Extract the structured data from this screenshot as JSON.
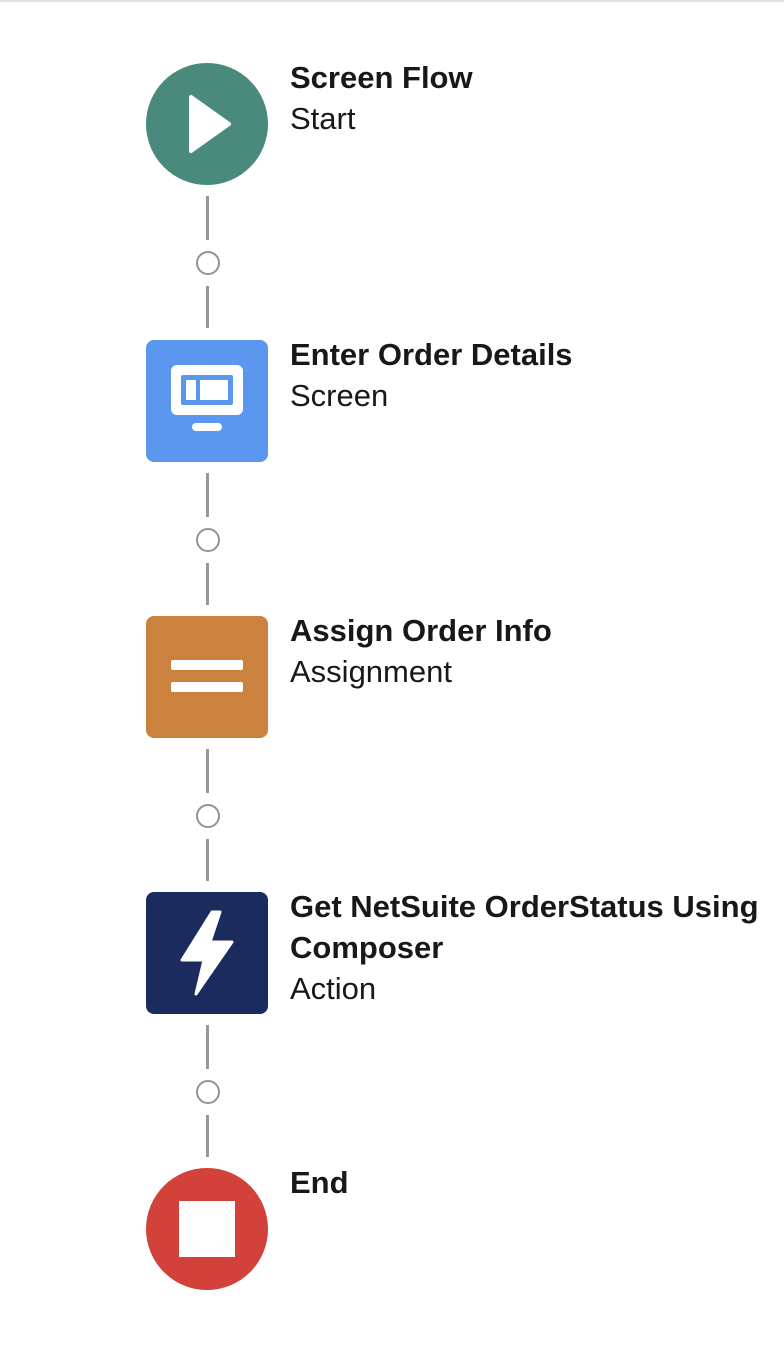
{
  "flow": {
    "nodes": [
      {
        "title": "Screen Flow",
        "subtitle": "Start",
        "icon": "play-icon",
        "color": "#4a8a7d"
      },
      {
        "title": "Enter Order Details",
        "subtitle": "Screen",
        "icon": "screen-monitor-icon",
        "color": "#5b97ee"
      },
      {
        "title": "Assign Order Info",
        "subtitle": "Assignment",
        "icon": "assignment-equals-icon",
        "color": "#cc823f"
      },
      {
        "title": "Get NetSuite OrderStatus Using Composer",
        "subtitle": "Action",
        "icon": "lightning-bolt-icon",
        "color": "#1b2b5e"
      },
      {
        "title": "End",
        "subtitle": "",
        "icon": "stop-square-icon",
        "color": "#d2413a"
      }
    ]
  }
}
